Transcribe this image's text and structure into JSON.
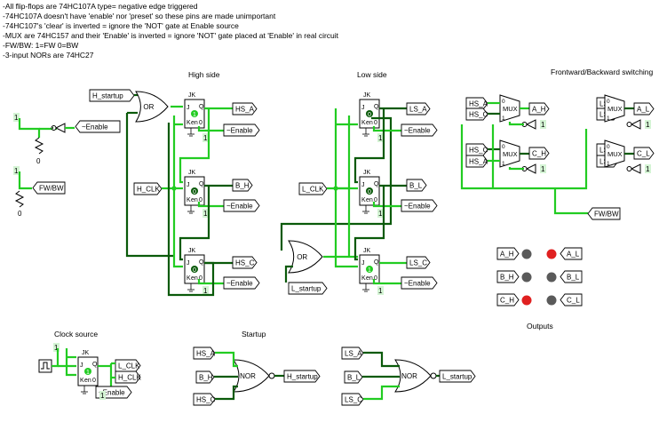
{
  "notes": [
    "-All flip-flops are 74HC107A type= negative edge triggered",
    "-74HC107A doesn't have 'enable' nor 'preset' so these pins are made unimportant",
    "-74HC107's 'clear' is inverted = ignore the 'NOT' gate at Enable source",
    "-MUX are 74HC157 and their 'Enable' is inverted = ignore 'NOT' gate placed at 'Enable' in real circuit",
    "  -FW/BW: 1=FW 0=BW",
    "-3-input NORs are 74HC27"
  ],
  "sections": {
    "high_side": "High side",
    "low_side": "Low side",
    "switching": "Frontward/Backward switching",
    "clock_source": "Clock source",
    "startup": "Startup",
    "outputs": "Outputs"
  },
  "pins": {
    "enable": "~Enable",
    "fwbw": "FW/BW",
    "h_startup": "H_startup",
    "l_startup": "L_startup",
    "h_clk": "H_CLK",
    "l_clk": "L_CLK",
    "hs_a": "HS_A",
    "hs_b": "B_H",
    "hs_c": "HS_C",
    "ls_a": "LS_A",
    "ls_b": "B_L",
    "ls_c": "LS_C",
    "a_h": "A_H",
    "c_h": "C_H",
    "a_l": "A_L",
    "c_l": "C_L",
    "b_h": "B_H",
    "b_l": "B_L"
  },
  "gates": {
    "or": "OR",
    "nor": "NOR",
    "mux": "MUX",
    "jk": "JK"
  },
  "ff_pins": {
    "j": "J",
    "k": "K",
    "q": "Q",
    "en": "en",
    "zero": "0"
  },
  "inputs": {
    "one": "1",
    "zero": "0"
  },
  "leds": [
    {
      "left": "A_H",
      "right": "A_L",
      "left_color": "#5a5a5a",
      "right_color": "#e02020"
    },
    {
      "left": "B_H",
      "right": "B_L",
      "left_color": "#5a5a5a",
      "right_color": "#5a5a5a"
    },
    {
      "left": "C_H",
      "right": "C_L",
      "left_color": "#e02020",
      "right_color": "#5a5a5a"
    }
  ],
  "colors": {
    "wire_on": "#22cc22",
    "wire_off": "#0a5a0a",
    "led_off": "#5a5a5a",
    "led_on": "#e02020"
  }
}
